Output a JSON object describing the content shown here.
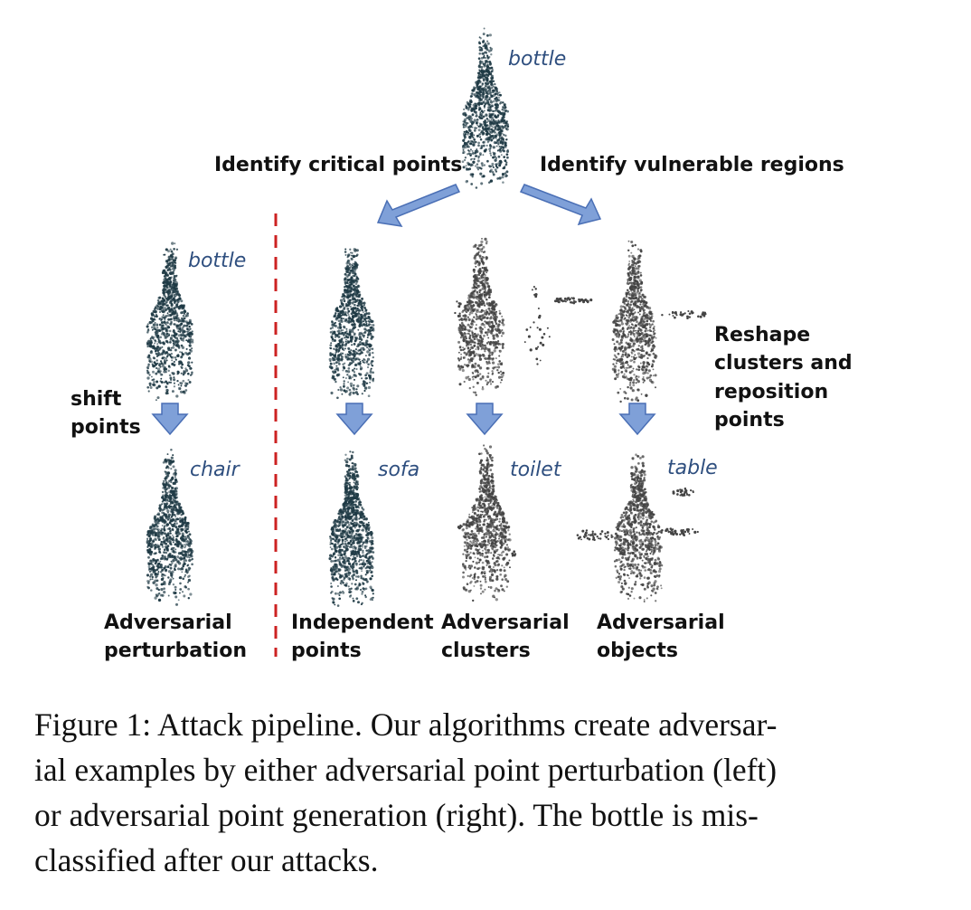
{
  "figure": {
    "top_label": "bottle",
    "left_step": "Identify critical points",
    "right_step": "Identify vulnerable regions",
    "shift_lines": [
      "shift",
      "points"
    ],
    "reshape_lines": [
      "Reshape",
      "clusters and",
      "reposition",
      "points"
    ],
    "columns": [
      {
        "top_label": "bottle",
        "bottom_label": "chair",
        "caption_lines": [
          "Adversarial",
          "perturbation"
        ]
      },
      {
        "top_label": "",
        "bottom_label": "sofa",
        "caption_lines": [
          "Independent",
          "points"
        ]
      },
      {
        "top_label": "",
        "bottom_label": "toilet",
        "caption_lines": [
          "Adversarial",
          "clusters"
        ]
      },
      {
        "top_label": "",
        "bottom_label": "table",
        "caption_lines": [
          "Adversarial",
          "objects"
        ]
      }
    ],
    "colors": {
      "points_dark": "#1f3a45",
      "points_gray": "#444444",
      "arrow": "#7fa0d8",
      "arrow_edge": "#4a6fb5",
      "divider": "#cc2222",
      "class_label": "#2f4f7f"
    }
  },
  "caption": {
    "lines": [
      "Figure 1: Attack pipeline. Our algorithms create adversar-",
      "ial examples by either adversarial point perturbation (left)",
      "or adversarial point generation (right).  The bottle is mis-",
      "classified after our attacks."
    ]
  }
}
